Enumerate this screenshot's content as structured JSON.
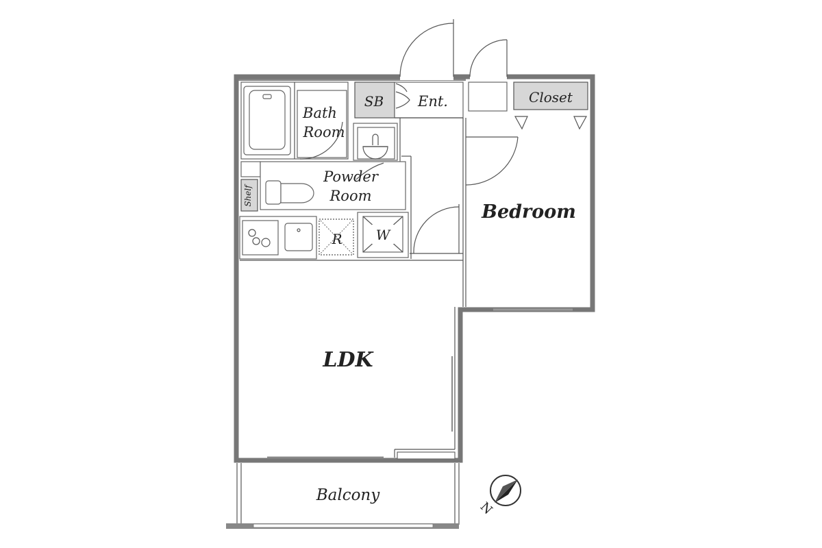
{
  "rooms": {
    "sb": "SB",
    "entrance": "Ent.",
    "closet": "Closet",
    "bath_line1": "Bath",
    "bath_line2": "Room",
    "powder_line1": "Powder",
    "powder_line2": "Room",
    "shelf": "Shelf",
    "refrigerator": "R",
    "washer": "W",
    "bedroom": "Bedroom",
    "ldk": "LDK",
    "balcony": "Balcony"
  },
  "compass": {
    "label": "N"
  },
  "colors": {
    "wall": "#777777",
    "fixture_fill": "#d7d7d7",
    "background": "#ffffff"
  }
}
